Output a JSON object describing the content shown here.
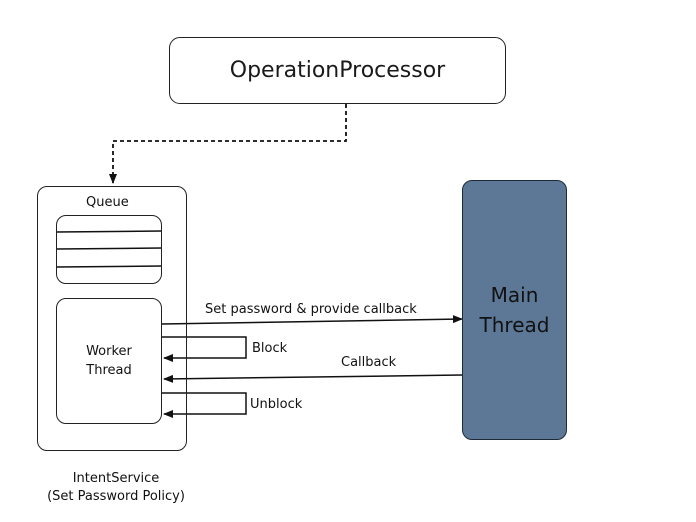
{
  "diagram": {
    "operation_processor": {
      "label": "OperationProcessor"
    },
    "intent_service": {
      "queue_label": "Queue",
      "worker_label_line1": "Worker",
      "worker_label_line2": "Thread",
      "caption_line1": "IntentService",
      "caption_line2": "(Set Password Policy)"
    },
    "main_thread": {
      "label_line1": "Main",
      "label_line2": "Thread",
      "fill_color": "#5d7896"
    },
    "arrows": {
      "set_password": "Set password & provide callback",
      "block": "Block",
      "callback": "Callback",
      "unblock": "Unblock"
    }
  }
}
